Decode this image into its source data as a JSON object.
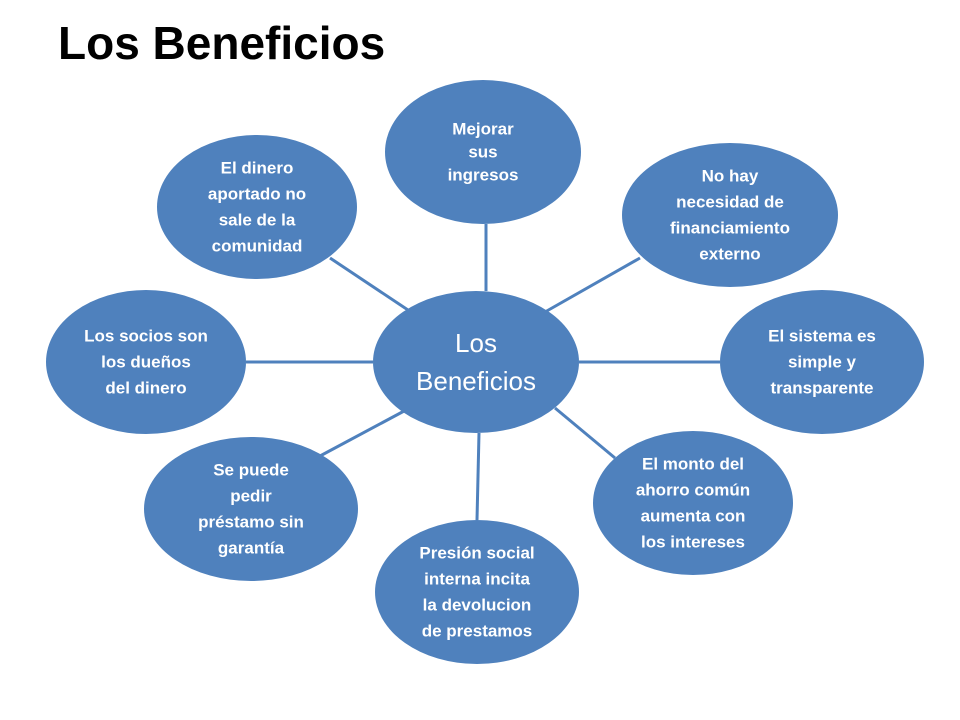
{
  "title": "Los Beneficios",
  "colors": {
    "node_fill": "#4F81BD",
    "connector": "#4F81BD",
    "text": "#FFFFFF",
    "title": "#000000"
  },
  "diagram": {
    "center": {
      "lines": [
        "Los",
        "Beneficios"
      ]
    },
    "nodes": [
      {
        "id": "mejorar-ingresos",
        "lines": [
          "Mejorar",
          "sus",
          "ingresos"
        ]
      },
      {
        "id": "no-financiamiento",
        "lines": [
          "No hay",
          "necesidad de",
          "financiamiento",
          "externo"
        ]
      },
      {
        "id": "sistema-simple",
        "lines": [
          "El sistema es",
          "simple y",
          "transparente"
        ]
      },
      {
        "id": "monto-ahorro",
        "lines": [
          "El monto del",
          "ahorro común",
          "aumenta con",
          "los intereses"
        ]
      },
      {
        "id": "presion-social",
        "lines": [
          "Presión social",
          "interna incita",
          "la devolucion",
          "de prestamos"
        ]
      },
      {
        "id": "prestamo-sin-garantia",
        "lines": [
          "Se puede",
          "pedir",
          "préstamo sin",
          "garantía"
        ]
      },
      {
        "id": "socios-duenos",
        "lines": [
          "Los socios son",
          "los dueños",
          "del dinero"
        ]
      },
      {
        "id": "dinero-comunidad",
        "lines": [
          "El dinero",
          "aportado no",
          "sale de la",
          "comunidad"
        ]
      }
    ]
  }
}
